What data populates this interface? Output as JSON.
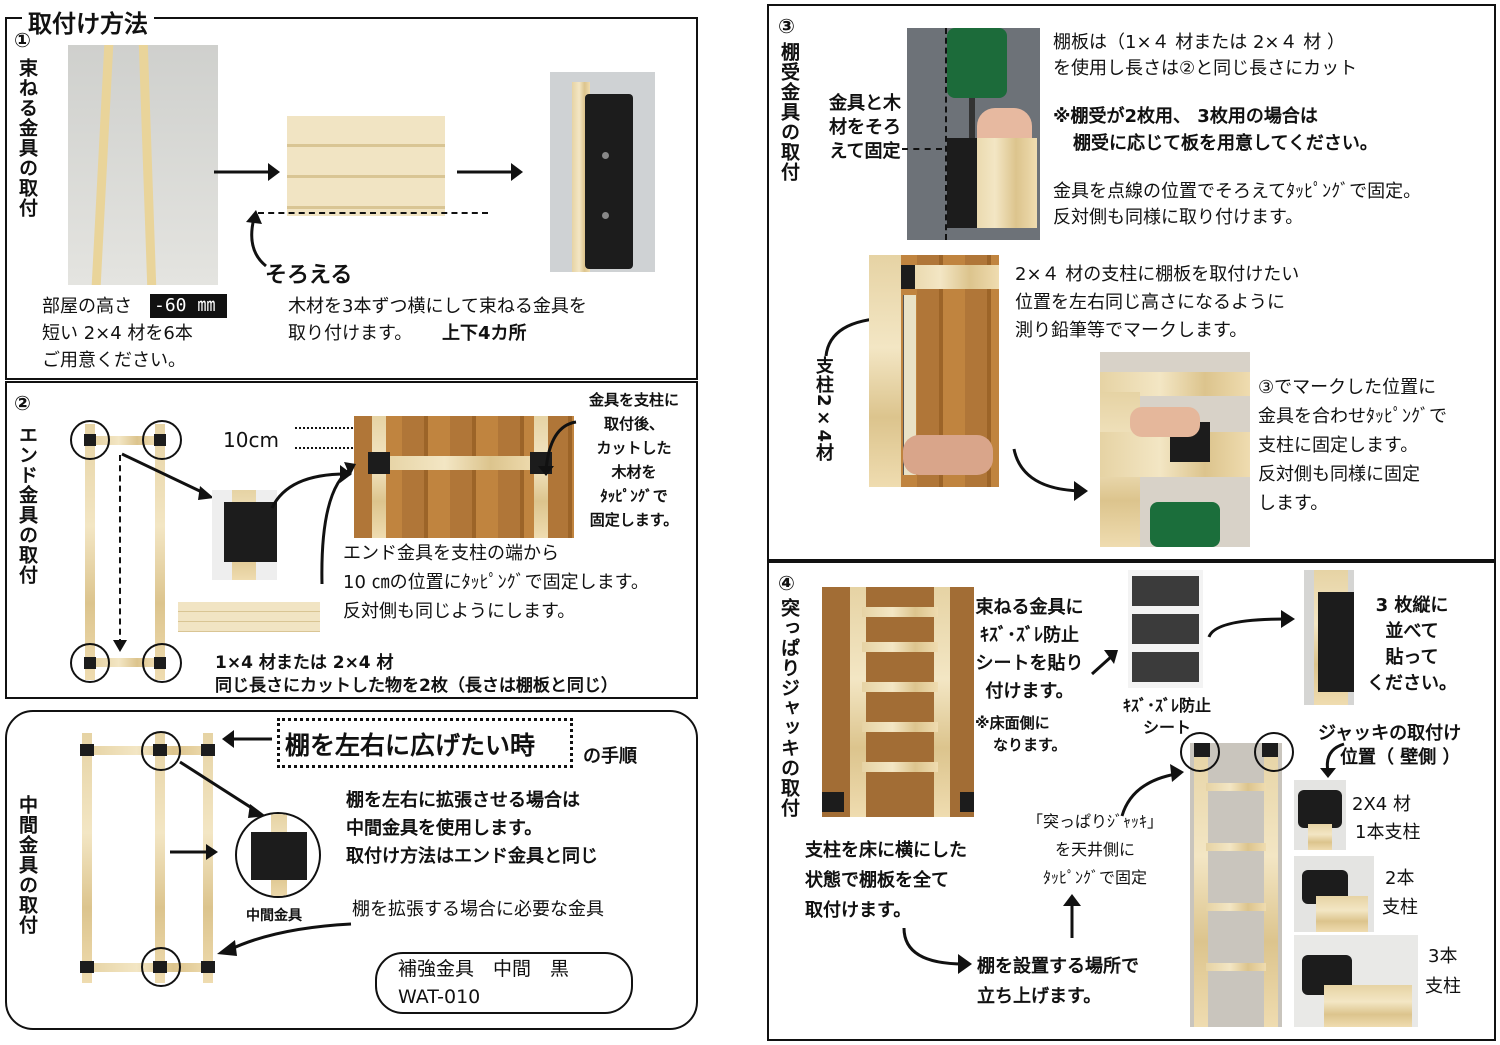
{
  "panel1": {
    "title": "取付け方法",
    "num": "①",
    "side": "束ねる金具の取付",
    "room_height": "部屋の高さ",
    "minus60": "-60 ㎜",
    "short_lumber": "短い 2×4 材を6本",
    "prepare": "ご用意ください。",
    "align": "そろえる",
    "desc1": "木材を3本ずつ横にして束ねる金具を",
    "desc2": "取り付けます。",
    "desc2_bold": "上下4カ所"
  },
  "panel2": {
    "num": "②",
    "side": "エンド金具の取付",
    "ten_cm": "10cm",
    "note1": "金具を支柱に",
    "note2": "取付後、",
    "note3": "カットした",
    "note4": "木材を",
    "note5": "ﾀｯﾋﾟﾝｸﾞで",
    "note6": "固定します。",
    "desc1": "エンド金具を支柱の端から",
    "desc2": "10 ㎝の位置にﾀｯﾋﾟﾝｸﾞで固定します。",
    "desc3": "反対側も同じようにします。",
    "bottom1": "1×4 材または 2×4 材",
    "bottom2": "同じ長さにカットした物を2枚（長さは棚板と同じ）"
  },
  "panel_mid": {
    "side": "中間金具の取付",
    "boxed_title": "棚を左右に広げたい時",
    "title_suffix": "の手順",
    "desc1": "棚を左右に拡張させる場合は",
    "desc2": "中間金具を使用します。",
    "desc3": "取付け方法はエンド金具と同じ",
    "bracket_label": "中間金具",
    "needed": "棚を拡張する場合に必要な金具",
    "product_line1": "補強金具　中間　黒",
    "product_line2": "WAT-010"
  },
  "panel3": {
    "num": "③",
    "side": "棚受金具の取付",
    "photo_label": "金具と木材をそろえて固定",
    "desc1": "棚板は（1×４ 材または 2×４ 材 ）",
    "desc2": "を使用し長さは②と同じ長さにカット",
    "warn1": "※棚受が2枚用、 3枚用の場合は",
    "warn2": "棚受に応じて板を用意してください。",
    "desc3": "金具を点線の位置でそろえてﾀｯﾋﾟﾝｸﾞで固定。",
    "desc4": "反対側も同様に取り付けます。",
    "pillar_label": "支柱2×4材",
    "mark1": "2×４ 材の支柱に棚板を取付けたい",
    "mark2": "位置を左右同じ高さになるように",
    "mark3": "測り鉛筆等でマークします。",
    "fix1": "③でマークした位置に",
    "fix2": "金具を合わせﾀｯﾋﾟﾝｸﾞで",
    "fix3": "支柱に固定します。",
    "fix4": "反対側も同様に固定",
    "fix5": "します。"
  },
  "panel4": {
    "num": "④",
    "side": "突っぱりジャッキの取付",
    "bundle1": "束ねる金具に",
    "bundle2": "ｷｽﾞ･ｽﾞﾚ防止",
    "bundle3": "シートを貼り",
    "bundle4": "付けます。",
    "floor1": "※床面側に",
    "floor2": "なります。",
    "sheet1": "ｷｽﾞ･ｽﾞﾚ防止",
    "sheet2": "シート",
    "three1": "3 枚縦に",
    "three2": "並べて",
    "three3": "貼って",
    "three4": "ください。",
    "jack1": "ジャッキの取付け",
    "jack2": "位置（ 壁側 ）",
    "jack_quote1": "「突っぱりｼﾞｬｯｷ」",
    "jack_quote2": "を天井側に",
    "jack_quote3": "ﾀｯﾋﾟﾝｸﾞで固定",
    "floor_a": "支柱を床に横にした",
    "floor_b": "状態で棚板を全て",
    "floor_c": "取付けます。",
    "stand1": "棚を設置する場所で",
    "stand2": "立ち上げます。",
    "opt1a": "2X4 材",
    "opt1b": "1本支柱",
    "opt2a": "2本",
    "opt2b": "支柱",
    "opt3a": "3本",
    "opt3b": "支柱"
  }
}
